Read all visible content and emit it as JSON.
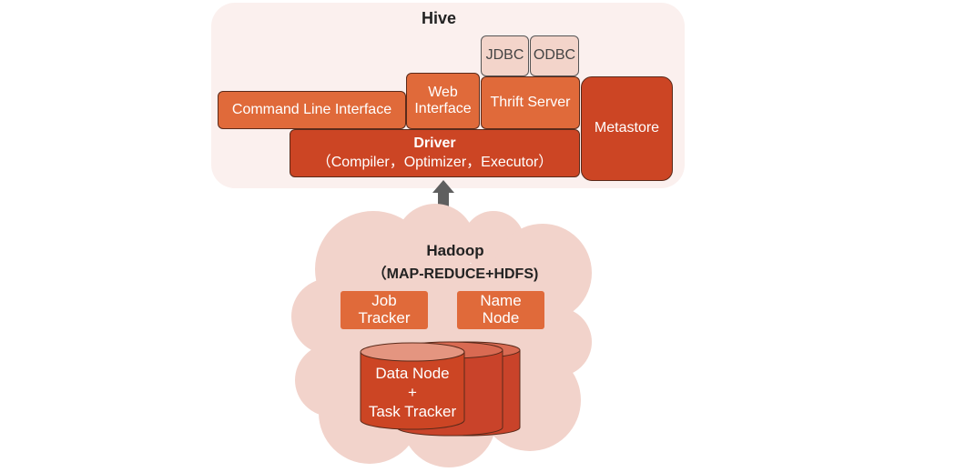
{
  "hive": {
    "title": "Hive",
    "jdbc": "JDBC",
    "odbc": "ODBC",
    "cli": "Command Line Interface",
    "web_line1": "Web",
    "web_line2": "Interface",
    "thrift": "Thrift Server",
    "metastore": "Metastore",
    "driver_title": "Driver",
    "driver_sub": "（Compiler，Optimizer，Executor）"
  },
  "hadoop": {
    "title": "Hadoop",
    "subtitle": "（MAP-REDUCE+HDFS)",
    "job_line1": "Job",
    "job_line2": "Tracker",
    "name_line1": "Name",
    "name_line2": "Node",
    "data_line1": "Data Node",
    "data_line2": "+",
    "data_line3": "Task Tracker"
  },
  "colors": {
    "panel": "#fbf0ee",
    "orange": "#e06a3a",
    "red": "#cc4524",
    "pale": "#f3d4ca",
    "cloud": "#f2d3cb",
    "arrow": "#5f5f5f"
  }
}
